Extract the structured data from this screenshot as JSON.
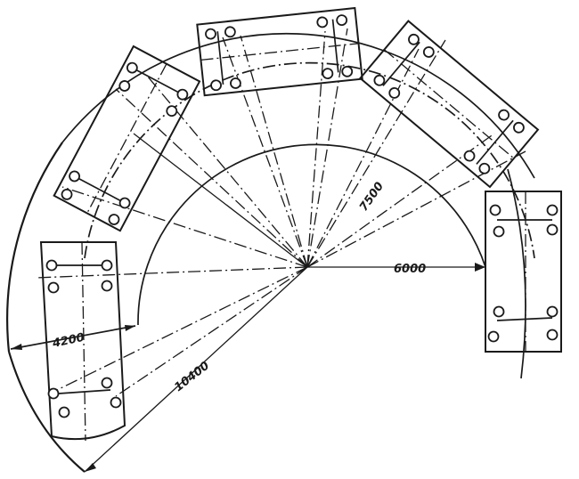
{
  "dimensions": {
    "inner_radius": "4200",
    "outer_radius": "10400",
    "middle_radius": "7500",
    "center_to_vehicle": "6000"
  },
  "colors": {
    "ink": "#1a1a1a",
    "paper": "#ffffff"
  }
}
